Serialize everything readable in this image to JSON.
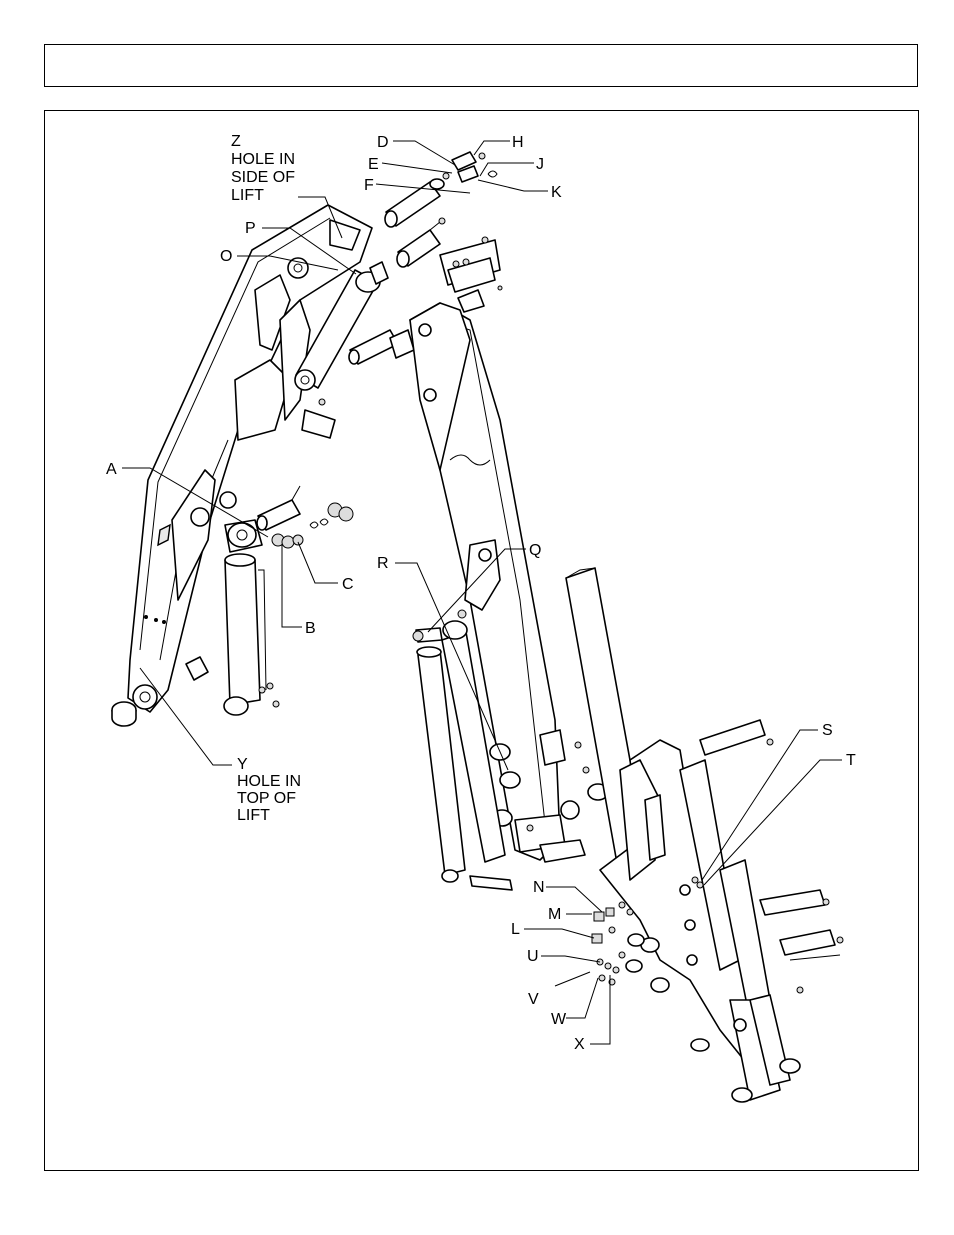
{
  "header": {
    "text": ""
  },
  "diagram": {
    "callouts": [
      {
        "id": "Z",
        "lines": [
          "Z",
          "HOLE IN",
          "SIDE OF",
          "LIFT"
        ]
      },
      {
        "id": "D",
        "lines": [
          "D"
        ]
      },
      {
        "id": "H",
        "lines": [
          "H"
        ]
      },
      {
        "id": "E",
        "lines": [
          "E"
        ]
      },
      {
        "id": "J",
        "lines": [
          "J"
        ]
      },
      {
        "id": "F",
        "lines": [
          "F"
        ]
      },
      {
        "id": "K",
        "lines": [
          "K"
        ]
      },
      {
        "id": "P",
        "lines": [
          "P"
        ]
      },
      {
        "id": "O",
        "lines": [
          "O"
        ]
      },
      {
        "id": "A",
        "lines": [
          "A"
        ]
      },
      {
        "id": "C",
        "lines": [
          "C"
        ]
      },
      {
        "id": "B",
        "lines": [
          "B"
        ]
      },
      {
        "id": "R",
        "lines": [
          "R"
        ]
      },
      {
        "id": "Q",
        "lines": [
          "Q"
        ]
      },
      {
        "id": "Y",
        "lines": [
          "Y",
          "HOLE IN",
          "TOP OF",
          "LIFT"
        ]
      },
      {
        "id": "S",
        "lines": [
          "S"
        ]
      },
      {
        "id": "T",
        "lines": [
          "T"
        ]
      },
      {
        "id": "N",
        "lines": [
          "N"
        ]
      },
      {
        "id": "M",
        "lines": [
          "M"
        ]
      },
      {
        "id": "L",
        "lines": [
          "L"
        ]
      },
      {
        "id": "U",
        "lines": [
          "U"
        ]
      },
      {
        "id": "V",
        "lines": [
          "V"
        ]
      },
      {
        "id": "W",
        "lines": [
          "W"
        ]
      },
      {
        "id": "X",
        "lines": [
          "X"
        ]
      }
    ]
  }
}
